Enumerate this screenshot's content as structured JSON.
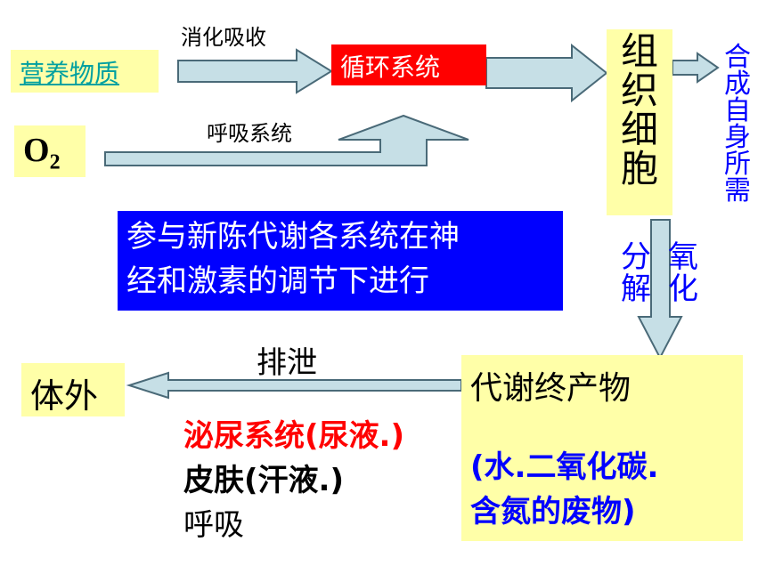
{
  "colors": {
    "box_yellow": "#ffffa8",
    "circulation_bg": "#ff0000",
    "regulation_bg": "#0000ff",
    "arrow_fill": "#c6dfe6",
    "arrow_stroke": "#4a6a78",
    "link": "#00a0a0",
    "blue_text": "#0000ff",
    "red_text": "#ff0000"
  },
  "nutrients": {
    "text": "营养物质"
  },
  "digestion": {
    "text": "消化吸收"
  },
  "circulation": {
    "text": "循环系统"
  },
  "oxygen": {
    "base": "O",
    "sub": "2"
  },
  "respiration": {
    "text": "呼吸系统"
  },
  "tissue": {
    "chars": [
      "组",
      "织",
      "细",
      "胞"
    ]
  },
  "synthesize": {
    "chars": [
      "合",
      "成",
      "自",
      "身",
      "所",
      "需"
    ]
  },
  "regulation": {
    "line1": "参与新陈代谢各系统在神",
    "line2": "经和激素的调节下进行"
  },
  "oxidation": {
    "left": [
      "分",
      "解"
    ],
    "right": [
      "氧",
      "化"
    ]
  },
  "end_products": {
    "title": "代谢终产物",
    "line1": "(水.二氧化碳.",
    "line2": "含氮的废物)"
  },
  "excretion": {
    "label": "排泄",
    "urinary": "泌尿系统(尿液.)",
    "skin": "皮肤(汗液.)",
    "breath": "呼吸"
  },
  "outside": {
    "text": "体外"
  }
}
